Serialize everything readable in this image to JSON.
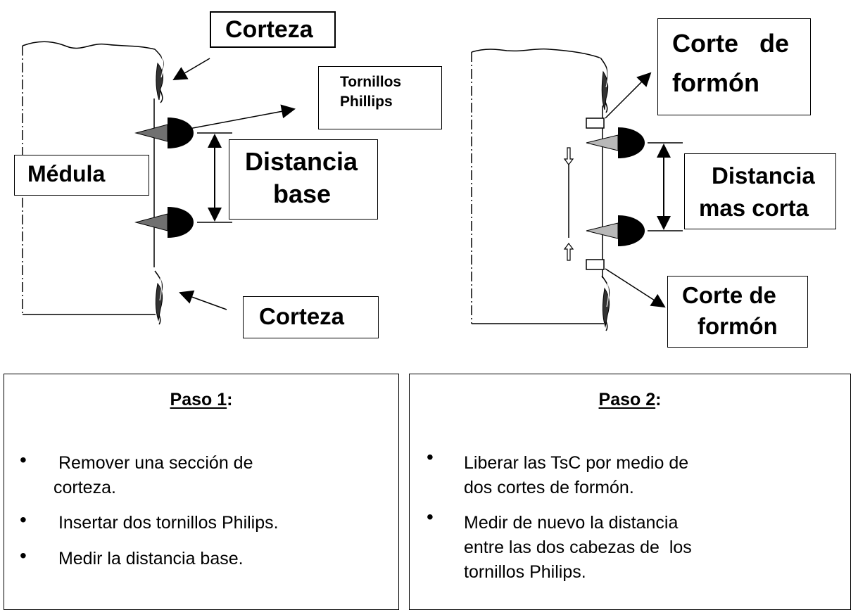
{
  "left_figure": {
    "labels": {
      "corteza_top": "Corteza",
      "tornillos": [
        "Tornillos",
        "Phillips"
      ],
      "medula": "Médula",
      "distancia_base": [
        "Distancia",
        "base"
      ],
      "corteza_bottom": "Corteza"
    }
  },
  "right_figure": {
    "labels": {
      "corte_top": [
        "Corte   de",
        "formón"
      ],
      "distancia_corta": [
        "Distancia",
        "mas corta"
      ],
      "corte_bottom": [
        "Corte de",
        "formón"
      ]
    }
  },
  "steps": [
    {
      "title_underlined": "Paso 1",
      "title_suffix": ":",
      "bullets": [
        [
          " Remover una sección de",
          "corteza."
        ],
        [
          " Insertar dos tornillos Philips."
        ],
        [
          " Medir la distancia base."
        ]
      ]
    },
    {
      "title_underlined": "Paso 2",
      "title_suffix": ":",
      "bullets": [
        [
          "Liberar las TsC por medio de",
          "dos cortes de formón."
        ],
        [
          "Medir de nuevo la distancia",
          "entre las dos cabezas de  los",
          "tornillos Philips."
        ]
      ]
    }
  ]
}
